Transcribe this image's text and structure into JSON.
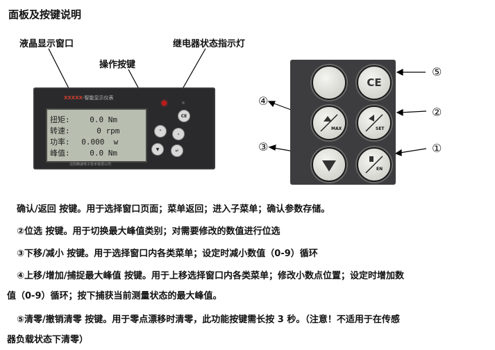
{
  "title": "面板及按键说明",
  "callouts": {
    "lcd": "液晶显示窗口",
    "relay": "继电器状态指示灯",
    "keys": "操作按键"
  },
  "device": {
    "brand": "XXXXX",
    "model_title": "-智能显示仪表",
    "company": "沈阳精诚电子技术有限公司",
    "lcd_rows": [
      {
        "label": "扭矩:",
        "value": "0.0 Nm"
      },
      {
        "label": "转速:",
        "value": "0 rpm"
      },
      {
        "label": "功率:",
        "value": "0.000  w"
      },
      {
        "label": "峰值:",
        "value": "0.0 Nm"
      }
    ],
    "small_ce": "CE"
  },
  "keypad": {
    "ce_label": "CE",
    "max_label": "MAX",
    "set_label": "SET",
    "en_label": "EN"
  },
  "markers": {
    "five": "⑤",
    "four": "④",
    "two": "②",
    "three": "③",
    "one": "①"
  },
  "descriptions": [
    "确认/返回 按键。用于选择窗口页面；菜单返回；进入子菜单；确认参数存储。",
    "②位选 按键。用于切换最大峰值类别；对需要修改的数值进行位选",
    "③下移/减小 按键。用于选择窗口内各类菜单；设定时减小数值（0-9）循环",
    "④上移/增加/捕捉最大峰值 按键。用于上移选择窗口内各类菜单；修改小数点位置；设定时增加数",
    "值（0-9）循环；按下捕获当前测量状态的最大峰值。",
    "⑤清零/撤销清零 按键。用于零点漂移时清零，此功能按键需长按 3 秒。（注意！不适用于在传感",
    "器负载状态下清零）"
  ]
}
